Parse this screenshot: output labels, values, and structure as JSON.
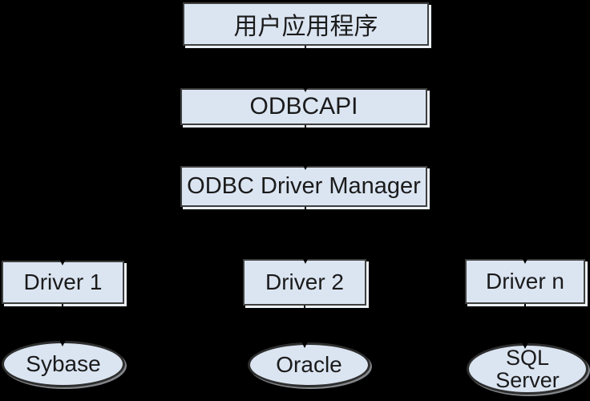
{
  "colors": {
    "background": "#000000",
    "node-fill": "#dbe5f2",
    "node-border": "#3f3f3f",
    "node-shadow": "#edf2fa",
    "text": "#1b1b1b",
    "arrow": "#000000"
  },
  "diagram": {
    "type": "layered-architecture",
    "nodes": {
      "app": {
        "label": "用户应用程序",
        "shape": "rect"
      },
      "api": {
        "label": "ODBCAPI",
        "shape": "rect"
      },
      "manager": {
        "label": "ODBC Driver Manager",
        "shape": "rect"
      },
      "driver1": {
        "label": "Driver 1",
        "shape": "rect"
      },
      "driver2": {
        "label": "Driver 2",
        "shape": "rect"
      },
      "drivern": {
        "label": "Driver n",
        "shape": "rect"
      },
      "sybase": {
        "label": "Sybase",
        "shape": "ellipse"
      },
      "oracle": {
        "label": "Oracle",
        "shape": "ellipse"
      },
      "sqlserver": {
        "label": "SQL Server",
        "shape": "ellipse"
      }
    },
    "edges": [
      {
        "from": "app",
        "to": "api"
      },
      {
        "from": "api",
        "to": "manager"
      },
      {
        "from": "manager",
        "to": "driver1"
      },
      {
        "from": "manager",
        "to": "driver2"
      },
      {
        "from": "manager",
        "to": "drivern"
      },
      {
        "from": "driver1",
        "to": "sybase"
      },
      {
        "from": "driver2",
        "to": "oracle"
      },
      {
        "from": "drivern",
        "to": "sqlserver"
      }
    ]
  }
}
